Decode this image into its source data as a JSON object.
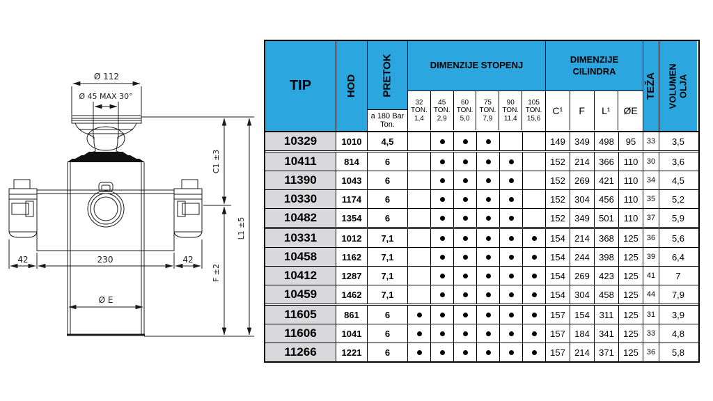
{
  "colors": {
    "header_blue": "#2CA6DF",
    "tip_grey": "#D9D9DB",
    "line_black": "#1a1a1a"
  },
  "drawing": {
    "dia112": "Ø 112",
    "dia45": "Ø 45 MAX 30°",
    "left42": "42",
    "width230": "230",
    "right42": "42",
    "diaE": "Ø E",
    "c1": "C1  ±3",
    "l1": "L1  ±5",
    "f": "F  ±2"
  },
  "table": {
    "header": {
      "tip": "TIP",
      "hod": "HOD",
      "pretok": "PRETOK",
      "pretok_sub": "a 180 Bar Ton.",
      "stopenj": "DIMENZIJE STOPENJ",
      "cilindra": "DIMENZIJE CILINDRA",
      "teza": "TEŽA",
      "volumen_l1": "VOLUMEN",
      "volumen_l2": "OLJA",
      "ton_cols": [
        {
          "t": "32",
          "u": "TON.",
          "v": "1,4"
        },
        {
          "t": "45",
          "u": "TON.",
          "v": "2,9"
        },
        {
          "t": "60",
          "u": "TON.",
          "v": "5,0"
        },
        {
          "t": "75",
          "u": "TON.",
          "v": "7,9"
        },
        {
          "t": "90",
          "u": "TON.",
          "v": "11,4"
        },
        {
          "t": "105",
          "u": "TON.",
          "v": "15,6"
        }
      ],
      "cil_cols": [
        "C¹",
        "F",
        "L¹",
        "ØE"
      ]
    },
    "rows": [
      {
        "tip": "10329",
        "hod": "1010",
        "pretok": "4,5",
        "dots": [
          false,
          true,
          true,
          true,
          false,
          false
        ],
        "c1": "149",
        "f": "349",
        "l1": "498",
        "oe": "95",
        "teza": "33",
        "volumen": "3,5",
        "group_end": true
      },
      {
        "tip": "10411",
        "hod": "814",
        "pretok": "6",
        "dots": [
          false,
          true,
          true,
          true,
          true,
          false
        ],
        "c1": "152",
        "f": "214",
        "l1": "366",
        "oe": "110",
        "teza": "30",
        "volumen": "3,6",
        "group_end": false
      },
      {
        "tip": "11390",
        "hod": "1043",
        "pretok": "6",
        "dots": [
          false,
          true,
          true,
          true,
          true,
          false
        ],
        "c1": "152",
        "f": "269",
        "l1": "421",
        "oe": "110",
        "teza": "34",
        "volumen": "4,5",
        "group_end": false
      },
      {
        "tip": "10330",
        "hod": "1174",
        "pretok": "6",
        "dots": [
          false,
          true,
          true,
          true,
          true,
          false
        ],
        "c1": "152",
        "f": "304",
        "l1": "456",
        "oe": "110",
        "teza": "35",
        "volumen": "5,2",
        "group_end": false
      },
      {
        "tip": "10482",
        "hod": "1354",
        "pretok": "6",
        "dots": [
          false,
          true,
          true,
          true,
          true,
          false
        ],
        "c1": "152",
        "f": "349",
        "l1": "501",
        "oe": "110",
        "teza": "37",
        "volumen": "5,9",
        "group_end": true
      },
      {
        "tip": "10331",
        "hod": "1012",
        "pretok": "7,1",
        "dots": [
          false,
          true,
          true,
          true,
          true,
          true
        ],
        "c1": "154",
        "f": "214",
        "l1": "368",
        "oe": "125",
        "teza": "36",
        "volumen": "5,6",
        "group_end": false
      },
      {
        "tip": "10458",
        "hod": "1162",
        "pretok": "7,1",
        "dots": [
          false,
          true,
          true,
          true,
          true,
          true
        ],
        "c1": "154",
        "f": "244",
        "l1": "398",
        "oe": "125",
        "teza": "39",
        "volumen": "6,4",
        "group_end": false
      },
      {
        "tip": "10412",
        "hod": "1287",
        "pretok": "7,1",
        "dots": [
          false,
          true,
          true,
          true,
          true,
          true
        ],
        "c1": "154",
        "f": "269",
        "l1": "423",
        "oe": "125",
        "teza": "41",
        "volumen": "7",
        "group_end": false
      },
      {
        "tip": "10459",
        "hod": "1462",
        "pretok": "7,1",
        "dots": [
          false,
          true,
          true,
          true,
          true,
          true
        ],
        "c1": "154",
        "f": "304",
        "l1": "458",
        "oe": "125",
        "teza": "44",
        "volumen": "7,9",
        "group_end": true
      },
      {
        "tip": "11605",
        "hod": "861",
        "pretok": "6",
        "dots": [
          true,
          true,
          true,
          true,
          true,
          true
        ],
        "c1": "157",
        "f": "154",
        "l1": "311",
        "oe": "125",
        "teza": "31",
        "volumen": "3,9",
        "group_end": false
      },
      {
        "tip": "11606",
        "hod": "1041",
        "pretok": "6",
        "dots": [
          true,
          true,
          true,
          true,
          true,
          true
        ],
        "c1": "157",
        "f": "184",
        "l1": "341",
        "oe": "125",
        "teza": "33",
        "volumen": "4,8",
        "group_end": false
      },
      {
        "tip": "11266",
        "hod": "1221",
        "pretok": "6",
        "dots": [
          true,
          true,
          true,
          true,
          true,
          true
        ],
        "c1": "157",
        "f": "214",
        "l1": "371",
        "oe": "125",
        "teza": "36",
        "volumen": "5,8",
        "group_end": false
      }
    ]
  }
}
